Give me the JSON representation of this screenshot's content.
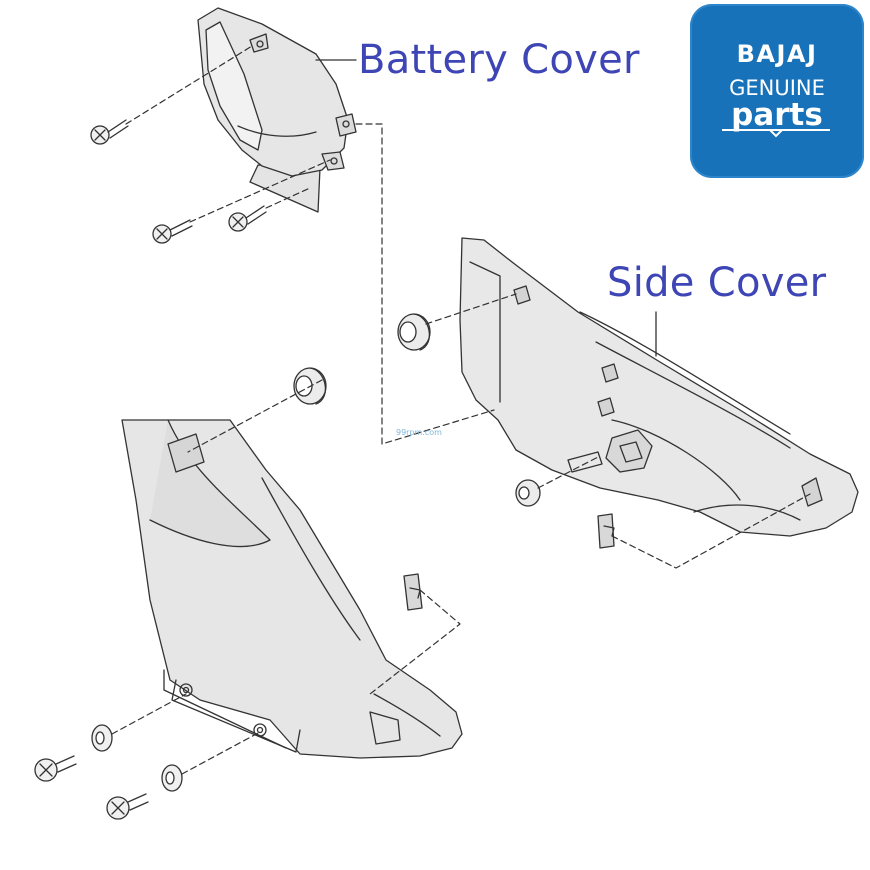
{
  "labels": {
    "battery_cover": "Battery Cover",
    "side_cover": "Side Cover"
  },
  "watermark": "99rpm.com",
  "logo": {
    "brand": "BAJAJ",
    "line2": "GENUINE",
    "line3": "parts",
    "background": "#1872b9",
    "text_color": "#ffffff"
  },
  "colors": {
    "callout_text": "#3e45b4",
    "part_fill": "#e8e8e8",
    "outline": "#333333"
  }
}
